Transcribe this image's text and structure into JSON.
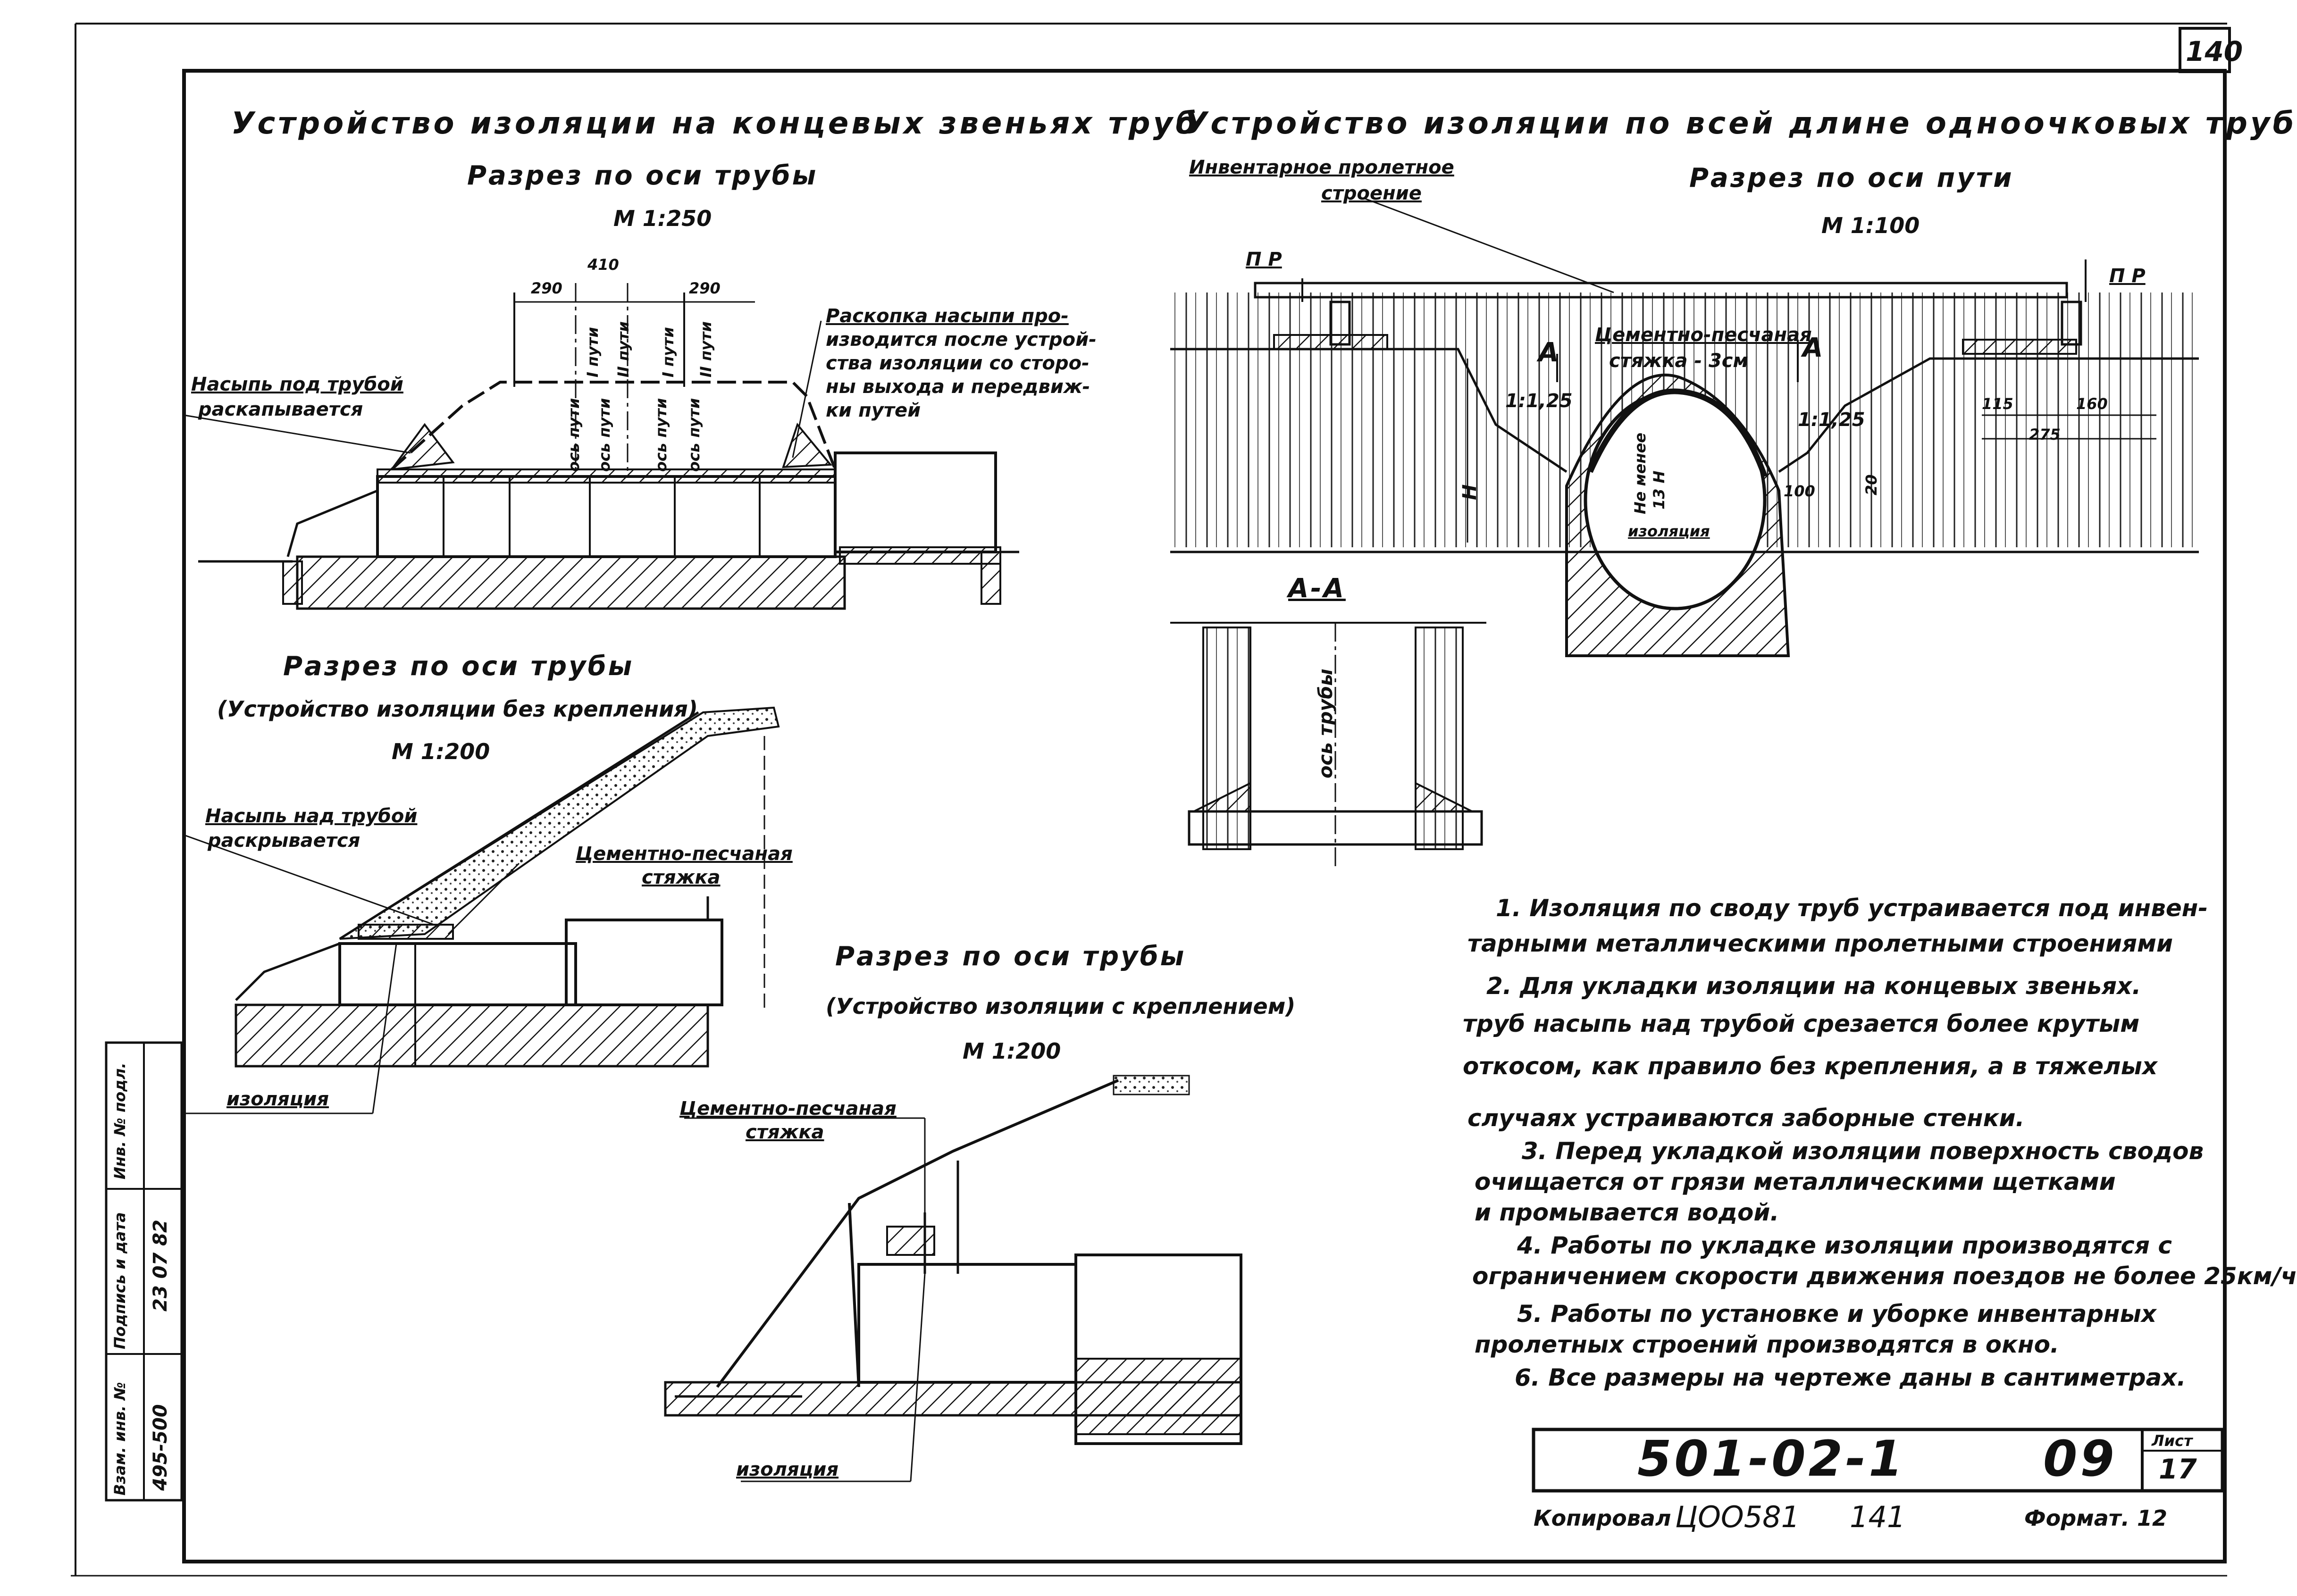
{
  "sheet": {
    "corner_number": "140",
    "left_section_title": "Устройство изоляции на концевых звеньях труб",
    "right_section_title": "Устройство изоляции по всей длине одноочковых труб"
  },
  "section_a": {
    "title": "Разрез по оси трубы",
    "scale": "М 1:250",
    "dims": [
      "290",
      "410",
      "290"
    ],
    "axis_labels": [
      "ось пути",
      "I пути",
      "ось пути",
      "II пути",
      "ось пути",
      "I пути",
      "ось пути",
      "II пути"
    ],
    "label_left": [
      "Насыпь под трубой",
      "раскапывается"
    ],
    "label_right": [
      "Раскопка насыпи про-",
      "изводится после устрой-",
      "ства изоляции со сторо-",
      "ны выхода и передвиж-",
      "ки путей"
    ]
  },
  "section_b": {
    "title": "Разрез по оси пути",
    "scale": "М 1:100",
    "label_top": [
      "Инвентарное пролетное",
      "строение"
    ],
    "label_screed": [
      "Цементно-песчаная",
      "стяжка - 3см"
    ],
    "rail_left": "П Р",
    "rail_right": "П Р",
    "section_marks": [
      "А",
      "А"
    ],
    "slopes": [
      "1:1,25",
      "1:1,25"
    ],
    "dims": [
      "115",
      "160",
      "275",
      "100",
      "20"
    ],
    "height_label": "H",
    "inner_labels": [
      "13 Н",
      "Не менее"
    ],
    "insulation": "изоляция"
  },
  "section_aa": {
    "title": "А-А",
    "axis": "ось трубы"
  },
  "section_c": {
    "title": "Разрез по оси трубы",
    "subtitle": "(Устройство изоляции без крепления)",
    "scale": "М 1:200",
    "label_embankment": [
      "Насыпь над трубой",
      "раскрывается"
    ],
    "label_screed": [
      "Цементно-песчаная",
      "стяжка"
    ],
    "label_insulation": "изоляция"
  },
  "section_d": {
    "title": "Разрез по оси трубы",
    "subtitle": "(Устройство изоляции с креплением)",
    "scale": "М 1:200",
    "label_screed": [
      "Цементно-песчаная",
      "стяжка"
    ],
    "label_insulation": "изоляция"
  },
  "notes": [
    "1. Изоляция по своду труб устраивается под инвен-",
    "тарными металлическими пролетными строениями",
    "2. Для укладки изоляции на концевых звеньях.",
    "труб насыпь над трубой срезается более крутым",
    "откосом, как правило без крепления, а в тяжелых",
    "случаях устраиваются заборные стенки.",
    "3. Перед укладкой изоляции поверхность сводов",
    "очищается от грязи металлическими щетками",
    "и промывается водой.",
    "4. Работы по укладке изоляции производятся с",
    "ограничением скорости движения поездов не более 25км/ч",
    "5. Работы по установке и уборке инвентарных",
    "пролетных строений производятся в окно.",
    "6. Все размеры на чертеже даны в сантиметрах."
  ],
  "stamp": {
    "cells": [
      "Инв. № подл.",
      "Подпись и дата",
      "Взам. инв. №"
    ],
    "values": [
      "495-500",
      "23 07 82"
    ]
  },
  "title_block": {
    "code": "501-02-1",
    "number": "09",
    "sheet_label": "Лист",
    "sheet_number": "17"
  },
  "footer": {
    "copied": "Копировал",
    "copied_code": "ЦОО581",
    "copied_num": "141",
    "format": "Формат. 12"
  }
}
